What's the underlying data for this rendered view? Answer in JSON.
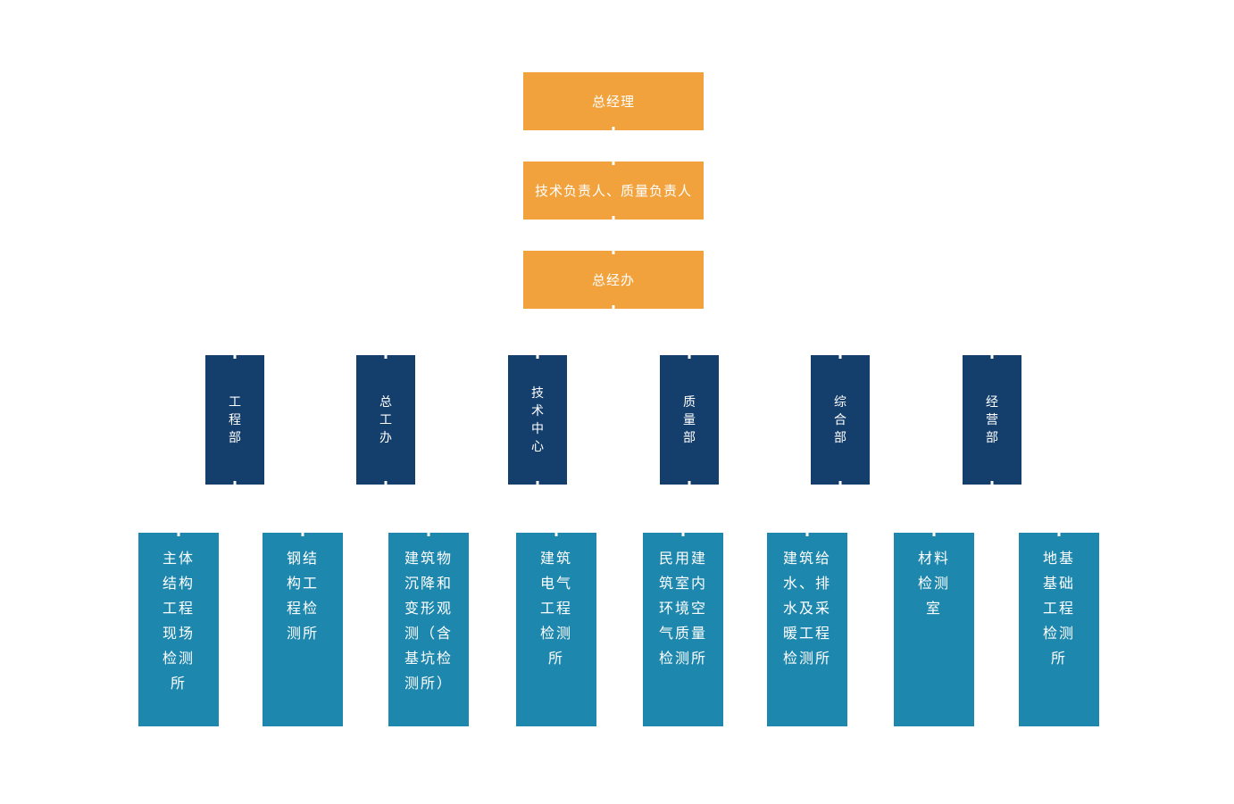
{
  "colors": {
    "background": "#ffffff",
    "executive_box": "#F2A23C",
    "department_box": "#143F6C",
    "institute_box": "#1E87AD",
    "box_text": "#ffffff"
  },
  "org_chart": {
    "executive_nodes": [
      {
        "label": "总经理"
      },
      {
        "label": "技术负责人、质量负责人"
      },
      {
        "label": "总经办"
      }
    ],
    "department_nodes": [
      {
        "label": "工程部",
        "lines": [
          "工",
          "程",
          "部"
        ]
      },
      {
        "label": "总工办",
        "lines": [
          "总",
          "工",
          "办"
        ]
      },
      {
        "label": "技术中心",
        "lines": [
          "技",
          "术",
          "中",
          "心"
        ]
      },
      {
        "label": "质量部",
        "lines": [
          "质",
          "量",
          "部"
        ]
      },
      {
        "label": "综合部",
        "lines": [
          "综",
          "合",
          "部"
        ]
      },
      {
        "label": "经营部",
        "lines": [
          "经",
          "营",
          "部"
        ]
      }
    ],
    "institute_nodes": [
      {
        "label": "主体结构工程现场检测所",
        "lines": [
          "主体",
          "结构",
          "工程",
          "现场",
          "检测",
          "所"
        ]
      },
      {
        "label": "钢结构工程检测所",
        "lines": [
          "钢结",
          "构工",
          "程检",
          "测所"
        ]
      },
      {
        "label": "建筑物沉降和变形观测（含基坑检测所）",
        "lines": [
          "建筑物",
          "沉降和",
          "变形观",
          "测（含",
          "基坑检",
          "测所）"
        ]
      },
      {
        "label": "建筑电气工程检测所",
        "lines": [
          "建筑",
          "电气",
          "工程",
          "检测",
          "所"
        ]
      },
      {
        "label": "民用建筑室内环境空气质量检测所",
        "lines": [
          "民用建",
          "筑室内",
          "环境空",
          "气质量",
          "检测所"
        ]
      },
      {
        "label": "建筑给水、排水及采暖工程检测所",
        "lines": [
          "建筑给",
          "水、排",
          "水及采",
          "暖工程",
          "检测所"
        ]
      },
      {
        "label": "材料检测室",
        "lines": [
          "材料",
          "检测",
          "室"
        ]
      },
      {
        "label": "地基基础工程检测所",
        "lines": [
          "地基",
          "基础",
          "工程",
          "检测",
          "所"
        ]
      }
    ]
  }
}
